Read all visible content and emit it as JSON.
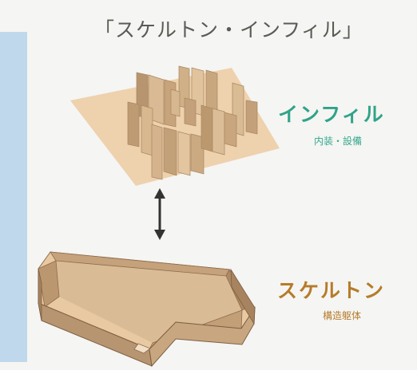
{
  "title": "「スケルトン・インフィル」",
  "infill": {
    "label": "インフィル",
    "sublabel": "内装・設備"
  },
  "skeleton": {
    "label": "スケルトン",
    "sublabel": "構造躯体"
  },
  "colors": {
    "infill_text": "#2fa388",
    "skeleton_text": "#b67b2a",
    "panel_light": "#e9caa2",
    "panel_mid": "#d8b994",
    "panel_dark": "#b79571",
    "left_strip": "#bfd8ec"
  }
}
